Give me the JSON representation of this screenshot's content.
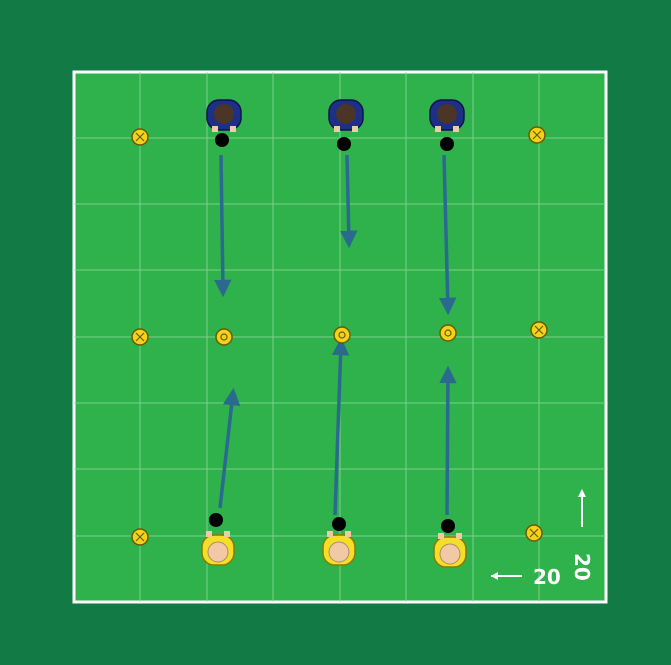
{
  "colors": {
    "border": "#117a45",
    "pitch": "#2fb14b",
    "pitch_stripe": "#36b850",
    "lines": "#ffffff",
    "gridlines": "#8fd99a",
    "arrow": "#2a6a8f",
    "cone": "#f2d21a",
    "team_blue": "#1d2f86",
    "team_yellow": "#f4de2a",
    "ball": "#000000"
  },
  "dimensions": {
    "width_label": "20",
    "length_label": "20"
  },
  "cones": [
    {
      "col": 1,
      "row": 1
    },
    {
      "col": 7,
      "row": 1
    },
    {
      "col": 1,
      "row": 4
    },
    {
      "col": 2.3,
      "row": 4
    },
    {
      "col": 4.2,
      "row": 4
    },
    {
      "col": 5.8,
      "row": 4
    },
    {
      "col": 7,
      "row": 4
    },
    {
      "col": 1,
      "row": 7
    },
    {
      "col": 7,
      "row": 7
    }
  ],
  "blue_players": [
    {
      "name": "blue-player-1"
    },
    {
      "name": "blue-player-2"
    },
    {
      "name": "blue-player-3"
    }
  ],
  "yellow_players": [
    {
      "name": "yellow-player-1"
    },
    {
      "name": "yellow-player-2"
    },
    {
      "name": "yellow-player-3"
    }
  ],
  "icons": {
    "player": "player-icon",
    "cone": "cone-icon",
    "ball": "ball-icon",
    "arrow": "arrow-icon"
  }
}
